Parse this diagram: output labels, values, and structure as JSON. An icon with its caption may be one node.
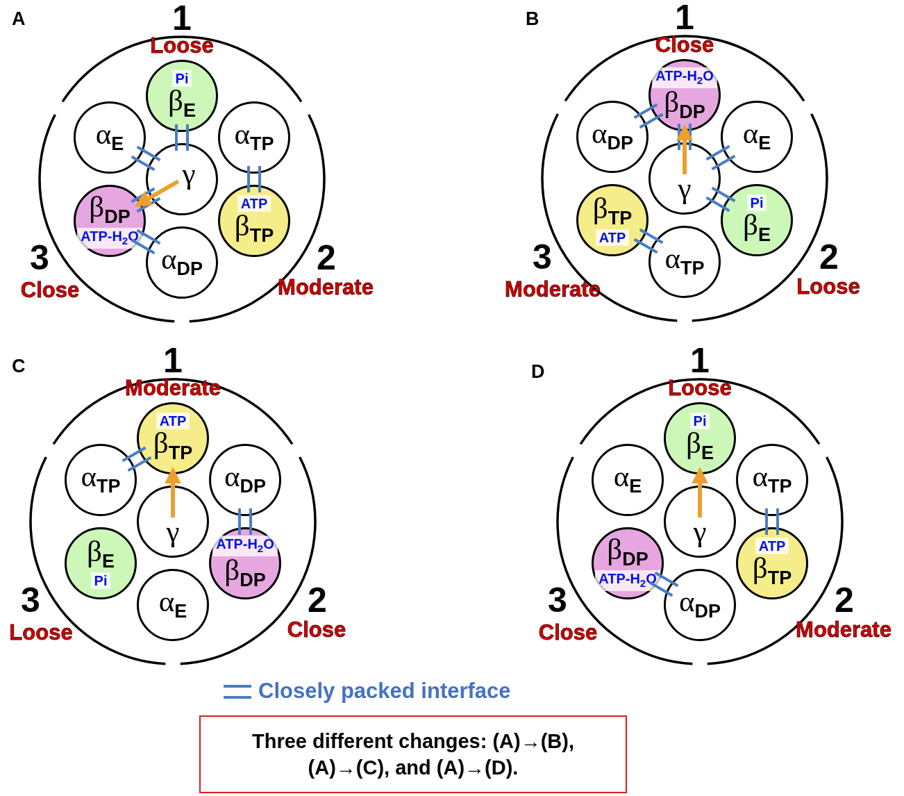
{
  "diagram": {
    "nodes": [
      {
        "text": [
          "Pi",
          "β$_{E}$"
        ]
      },
      {
        "text": [
          "α$_{E}$"
        ]
      },
      {
        "text": [
          "α$_{TP}$"
        ]
      },
      {
        "text": [
          "γ"
        ]
      },
      {
        "text": [
          "β$_{DP}$",
          "ATP-H$_{2}$O"
        ]
      },
      {
        "text": [
          "ATP",
          "β$_{TP}$"
        ]
      },
      {
        "text": [
          "α$_{DP}$"
        ]
      },
      {
        "text": [
          "ATP-H$_{2}$O",
          "β$_{DP}$"
        ]
      },
      {
        "text": [
          "α$_{DP}$"
        ]
      },
      {
        "text": [
          "α$_{E}$"
        ]
      },
      {
        "text": [
          "γ"
        ]
      },
      {
        "text": [
          "β$_{TP}$",
          "ATP"
        ]
      },
      {
        "text": [
          "Pi",
          "β$_{E}$"
        ]
      },
      {
        "text": [
          "α$_{TP}$"
        ]
      },
      {
        "text": [
          "ATP",
          "β$_{TP}$"
        ]
      },
      {
        "text": [
          "α$_{TP}$"
        ]
      },
      {
        "text": [
          "α$_{DP}$"
        ]
      },
      {
        "text": [
          "γ"
        ]
      },
      {
        "text": [
          "β$_{E}$",
          "Pi"
        ]
      },
      {
        "text": [
          "ATP-H$_{2}$O",
          "β$_{DP}$"
        ]
      },
      {
        "text": [
          "α$_{E}$"
        ]
      },
      {
        "text": [
          "Pi",
          "β$_{E}$"
        ]
      },
      {
        "text": [
          "α$_{E}$"
        ]
      },
      {
        "text": [
          "α$_{TP}$"
        ]
      },
      {
        "text": [
          "γ"
        ]
      },
      {
        "text": [
          "β$_{DP}$",
          "ATP-H$_{2}$O"
        ]
      },
      {
        "text": [
          "ATP",
          "β$_{TP}$"
        ]
      },
      {
        "text": [
          "α$_{DP}$"
        ]
      },
      {
        "text": [
          "Three different changes: (A)→(B), (A)→(C), and (A)→(D)."
        ]
      }
    ],
    "edges": [
      {
        "from": 3,
        "to": 4,
        "arrow": "to"
      },
      {
        "from": 10,
        "to": 7,
        "arrow": "to"
      },
      {
        "from": 17,
        "to": 14,
        "arrow": "to"
      },
      {
        "from": 24,
        "to": 21,
        "arrow": "to"
      }
    ],
    "labels": [
      "A",
      "1",
      "Loose",
      "3",
      "Close",
      "2",
      "Moderate",
      "B",
      "1",
      "Close",
      "3",
      "Moderate",
      "2",
      "Loose",
      "C",
      "1",
      "Moderate",
      "3",
      "Loose",
      "2",
      "Close",
      "D",
      "1",
      "Loose",
      "3",
      "Close",
      "2",
      "Moderate"
    ],
    "legend": [
      {
        "text": "Closely packed interface"
      }
    ]
  }
}
